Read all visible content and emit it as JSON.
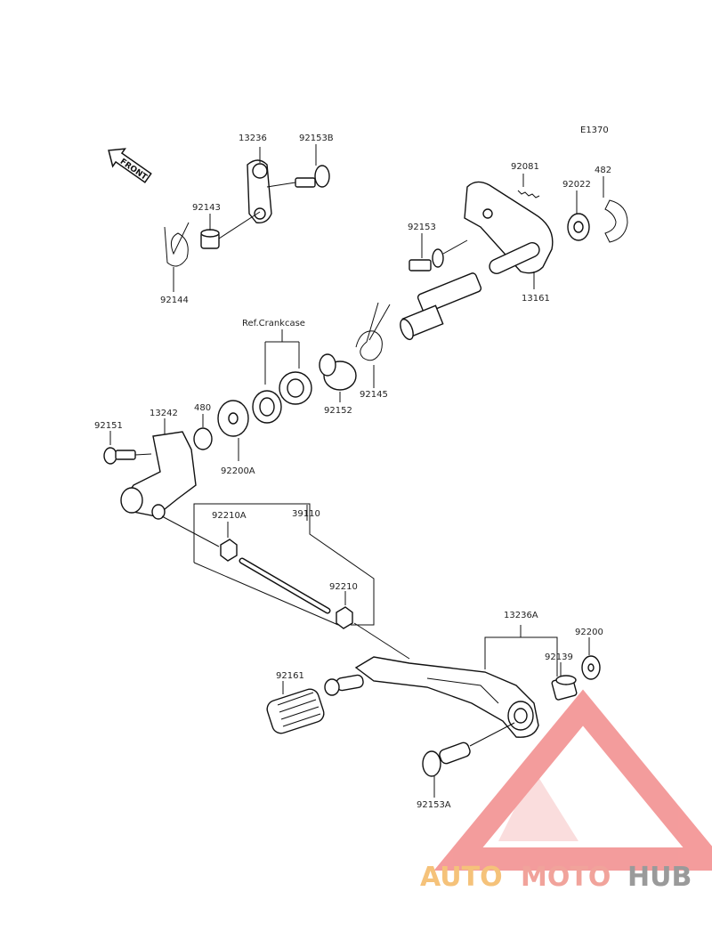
{
  "diagram": {
    "code": "E1370",
    "front_label": "FRONT",
    "ref_label": "Ref.Crankcase",
    "parts": {
      "p13236": "13236",
      "p92153B": "92153B",
      "p92143": "92143",
      "p92144": "92144",
      "p92081": "92081",
      "p482": "482",
      "p92022": "92022",
      "p92153": "92153",
      "p13161": "13161",
      "p92152": "92152",
      "p92145": "92145",
      "p92151": "92151",
      "p13242": "13242",
      "p480": "480",
      "p92200A": "92200A",
      "p92210A": "92210A",
      "p39110": "39110",
      "p92210": "92210",
      "p13236A": "13236A",
      "p92200": "92200",
      "p92139": "92139",
      "p92161": "92161",
      "p92153A": "92153A"
    }
  },
  "watermark": {
    "auto": "AUTO",
    "moto": "MOTO",
    "hub": "HUB",
    "colors": {
      "auto": "#f5c27a",
      "moto": "#f1a39b",
      "hub": "#9a9a9a",
      "triangle": "#f28b8b"
    }
  }
}
